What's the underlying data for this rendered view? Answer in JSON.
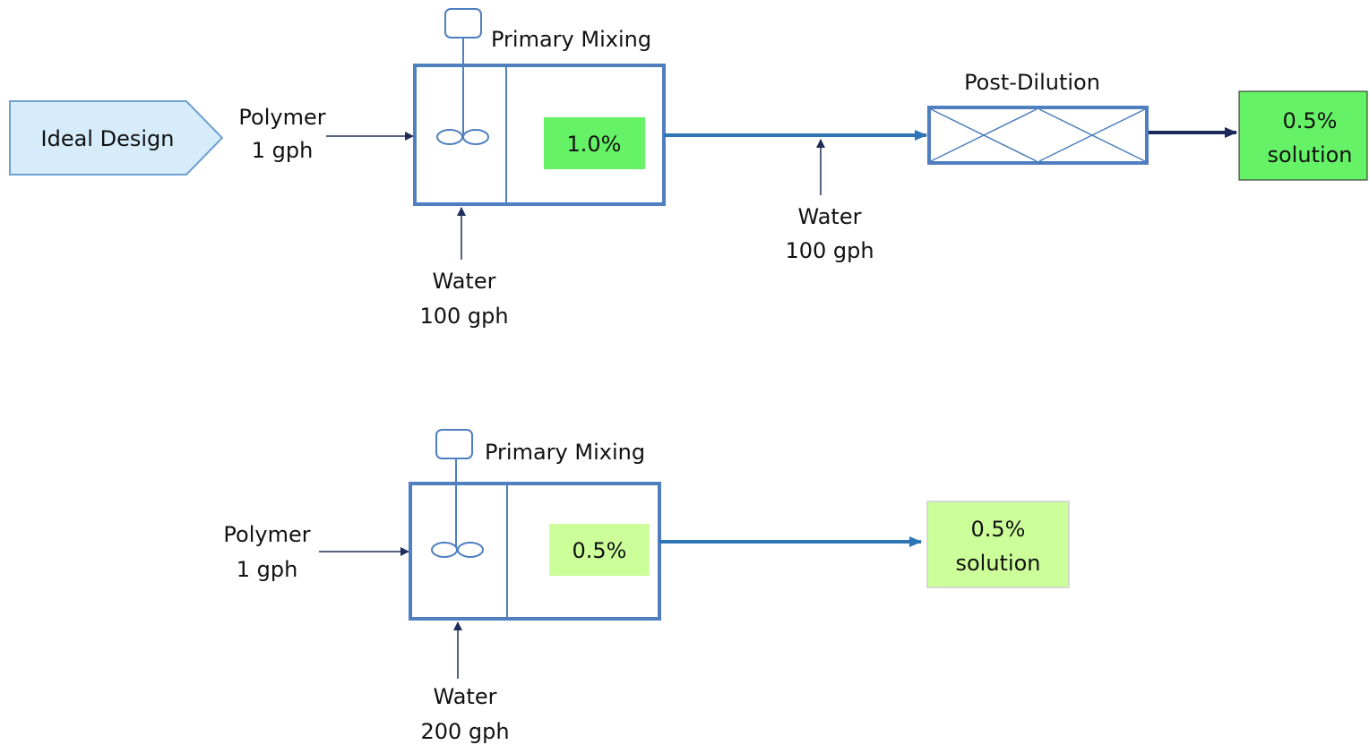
{
  "top": {
    "tag": "Ideal Design",
    "polymer": {
      "line1": "Polymer",
      "line2": "1 gph"
    },
    "mixer_label": "Primary Mixing",
    "concentration": "1.0%",
    "water_bottom": {
      "line1": "Water",
      "line2": "100 gph"
    },
    "water_inline": {
      "line1": "Water",
      "line2": "100 gph"
    },
    "post_dilution_label": "Post-Dilution",
    "output": {
      "line1": "0.5%",
      "line2": "solution"
    }
  },
  "bottom": {
    "polymer": {
      "line1": "Polymer",
      "line2": "1 gph"
    },
    "mixer_label": "Primary Mixing",
    "concentration": "0.5%",
    "water_bottom": {
      "line1": "Water",
      "line2": "200 gph"
    },
    "output": {
      "line1": "0.5%",
      "line2": "solution"
    }
  },
  "colors": {
    "tank_stroke": "#4f7fbf",
    "flow_line": "#2e75b6",
    "feed_arrow": "#1f2d5a",
    "output_arrow": "#1b2a5a",
    "tag_fill": "#d6ecfb",
    "green_bright": "#66f266",
    "green_light": "#ccff99"
  }
}
